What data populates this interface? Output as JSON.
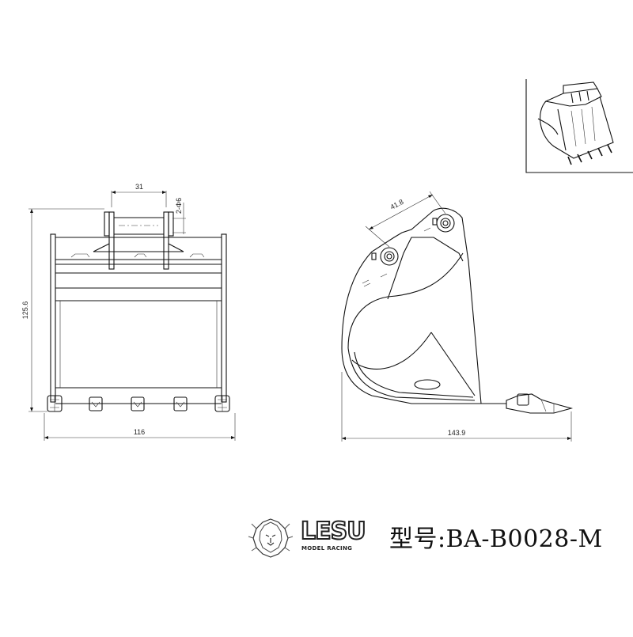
{
  "drawing": {
    "front_view": {
      "dim_width": "116",
      "dim_height": "125.6",
      "dim_pin_spacing": "31",
      "dim_pin_holes": "2-Φ6"
    },
    "side_view": {
      "dim_length": "143.9",
      "dim_pin_center": "41.8"
    }
  },
  "brand": {
    "name": "LESU",
    "subtitle": "MODEL RACING"
  },
  "model_label": "型号:BA-B0028-M"
}
